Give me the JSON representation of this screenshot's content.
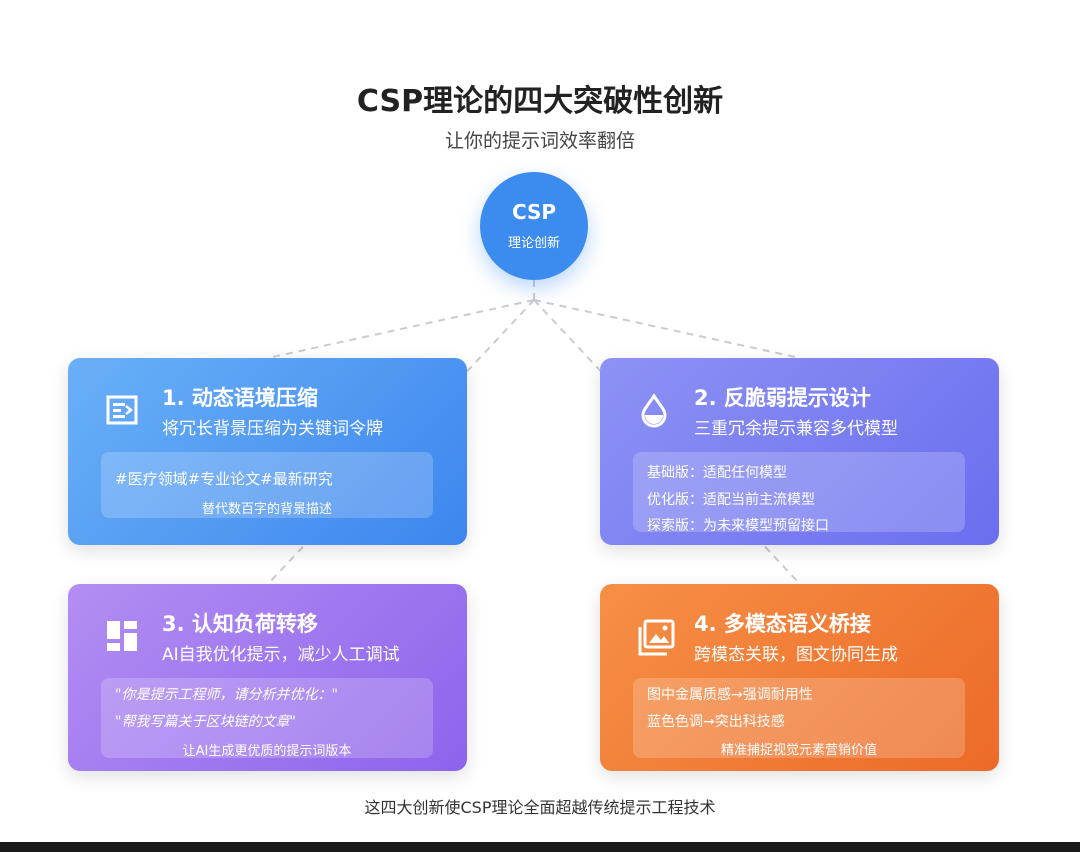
{
  "header": {
    "title": "CSP理论的四大突破性创新",
    "subtitle": "让你的提示词效率翻倍"
  },
  "hub": {
    "title": "CSP",
    "subtitle": "理论创新"
  },
  "cards": [
    {
      "title": "1. 动态语境压缩",
      "subtitle": "将冗长背景压缩为关键词令牌",
      "icon": "compress-icon",
      "lines": [
        "#医疗领域#专业论文#最新研究"
      ],
      "note": "替代数百字的背景描述",
      "color": "#4f95f2"
    },
    {
      "title": "2. 反脆弱提示设计",
      "subtitle": "三重冗余提示兼容多代模型",
      "icon": "droplet-icon",
      "lines": [
        "基础版：适配任何模型",
        "优化版：适配当前主流模型",
        "探索版：为未来模型预留接口"
      ],
      "note": "",
      "color": "#7b7ff0"
    },
    {
      "title": "3. 认知负荷转移",
      "subtitle": "AI自我优化提示，减少人工调试",
      "icon": "dashboard-icon",
      "lines": [
        "\"你是提示工程师，请分析并优化：\"",
        "\"帮我写篇关于区块链的文章\""
      ],
      "note": "让AI生成更优质的提示词版本",
      "color": "#a078f0"
    },
    {
      "title": "4. 多模态语义桥接",
      "subtitle": "跨模态关联，图文协同生成",
      "icon": "image-gallery-icon",
      "lines": [
        "图中金属质感→强调耐用性",
        "蓝色色调→突出科技感"
      ],
      "note": "精准捕捉视觉元素营销价值",
      "color": "#f07a35"
    }
  ],
  "footer": {
    "text": "这四大创新使CSP理论全面超越传统提示工程技术"
  }
}
